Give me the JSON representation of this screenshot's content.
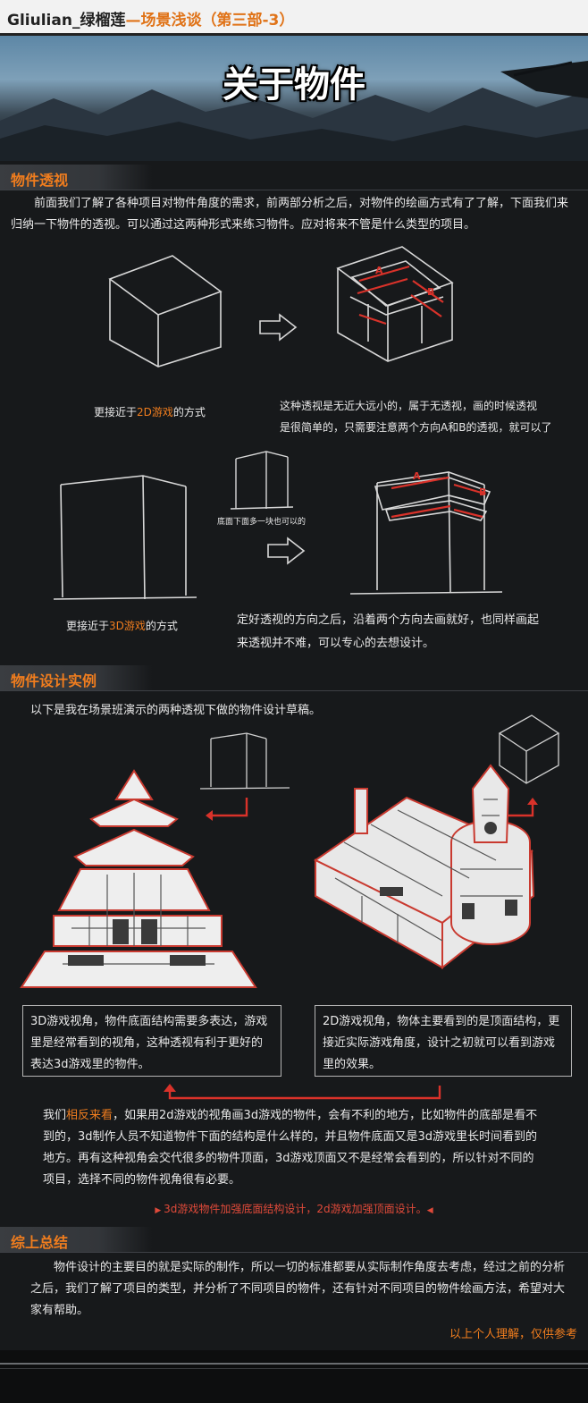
{
  "header": {
    "title_part1": "Gliulian_绿榴莲",
    "title_part2": "—场景浅谈（第三部-3）"
  },
  "banner": {
    "title": "关于物件"
  },
  "section1": {
    "heading": "物件透视",
    "intro": "前面我们了解了各种项目对物件角度的需求，前两部分析之后，对物件的绘画方式有了了解，下面我们来归纳一下物件的透视。可以通过这两种形式来练习物件。应对将来不管是什么类型的项目。",
    "caption_2d_pre": "更接近于",
    "caption_2d_hl": "2D游戏",
    "caption_2d_post": "的方式",
    "note_2d_line1": "这种透视是无近大远小的，属于无透视，画的时候透视",
    "note_2d_line2": "是很简单的，只需要注意两个方向A和B的透视，就可以了",
    "side_note": "底面下面多一块也可以的",
    "caption_3d_pre": "更接近于",
    "caption_3d_hl": "3D游戏",
    "caption_3d_post": "的方式",
    "note_3d_line1": "定好透视的方向之后，沿着两个方向去画就好，也同样画起",
    "note_3d_line2": "来透视并不难，可以专心的去想设计。"
  },
  "section2": {
    "heading": "物件设计实例",
    "intro": "以下是我在场景班演示的两种透视下做的物件设计草稿。",
    "box_left": "3D游戏视角，物件底面结构需要多表达，游戏里是经常看到的视角，这种透视有利于更好的表达3d游戏里的物件。",
    "box_right": "2D游戏视角，物体主要看到的是顶面结构，更接近实际游戏角度，设计之初就可以看到游戏里的效果。",
    "para_pre": "我们",
    "para_hl": "相反来看",
    "para_post": "，如果用2d游戏的视角画3d游戏的物件，会有不利的地方，比如物件的底部是看不到的，3d制作人员不知道物件下面的结构是什么样的，并且物件底面又是3d游戏里长时间看到的地方。再有这种视角会交代很多的物件顶面，3d游戏顶面又不是经常会看到的，所以针对不同的项目，选择不同的物件视角很有必要。",
    "conclusion": "3d游戏物件加强底面结构设计，2d游戏加强顶面设计。"
  },
  "section3": {
    "heading": "综上总结",
    "para": "物件设计的主要目的就是实际的制作，所以一切的标准都要从实际制作角度去考虑，经过之前的分析之后，我们了解了项目的类型，并分析了不同项目的物件，还有针对不同项目的物件绘画方法，希望对大家有帮助。",
    "signoff": "以上个人理解，仅供参考"
  },
  "diagram_labels": {
    "a": "A",
    "b": "B"
  },
  "colors": {
    "accent": "#f07d1e",
    "red_annotation": "#d9322a",
    "background": "#17191b"
  }
}
